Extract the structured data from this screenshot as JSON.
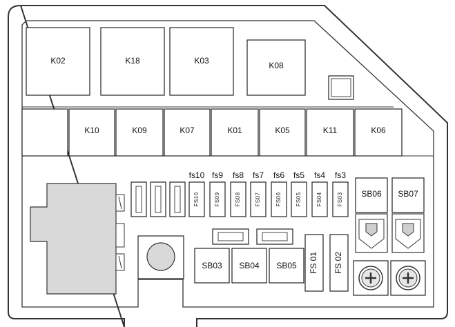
{
  "relays_top": [
    {
      "id": "k02",
      "label": "K02"
    },
    {
      "id": "k18",
      "label": "K18"
    },
    {
      "id": "k03",
      "label": "K03"
    },
    {
      "id": "k08",
      "label": "K08"
    }
  ],
  "relays_row": [
    {
      "id": "k10",
      "label": "K10"
    },
    {
      "id": "k09",
      "label": "K09"
    },
    {
      "id": "k07",
      "label": "K07"
    },
    {
      "id": "k01",
      "label": "K01"
    },
    {
      "id": "k05",
      "label": "K05"
    },
    {
      "id": "k11",
      "label": "K11"
    },
    {
      "id": "k06",
      "label": "K06"
    }
  ],
  "mini_fuses": [
    {
      "id": "fs10",
      "label": "fs10",
      "code": "FS10"
    },
    {
      "id": "fs9",
      "label": "fs9",
      "code": "FS09"
    },
    {
      "id": "fs8",
      "label": "fs8",
      "code": "FS08"
    },
    {
      "id": "fs7",
      "label": "fs7",
      "code": "FS07"
    },
    {
      "id": "fs6",
      "label": "fs6",
      "code": "FS06"
    },
    {
      "id": "fs5",
      "label": "fs5",
      "code": "FS05"
    },
    {
      "id": "fs4",
      "label": "fs4",
      "code": "FS04"
    },
    {
      "id": "fs3",
      "label": "fs3",
      "code": "FS03"
    }
  ],
  "big_fuses": [
    {
      "id": "sb03",
      "label": "SB03"
    },
    {
      "id": "sb04",
      "label": "SB04"
    },
    {
      "id": "sb05",
      "label": "SB05"
    }
  ],
  "vertical_fuses": [
    {
      "id": "fs01",
      "label": "FS 01"
    },
    {
      "id": "fs02",
      "label": "FS 02"
    }
  ],
  "fusible_links": [
    {
      "id": "sb06",
      "label": "SB06"
    },
    {
      "id": "sb07",
      "label": "SB07"
    }
  ]
}
